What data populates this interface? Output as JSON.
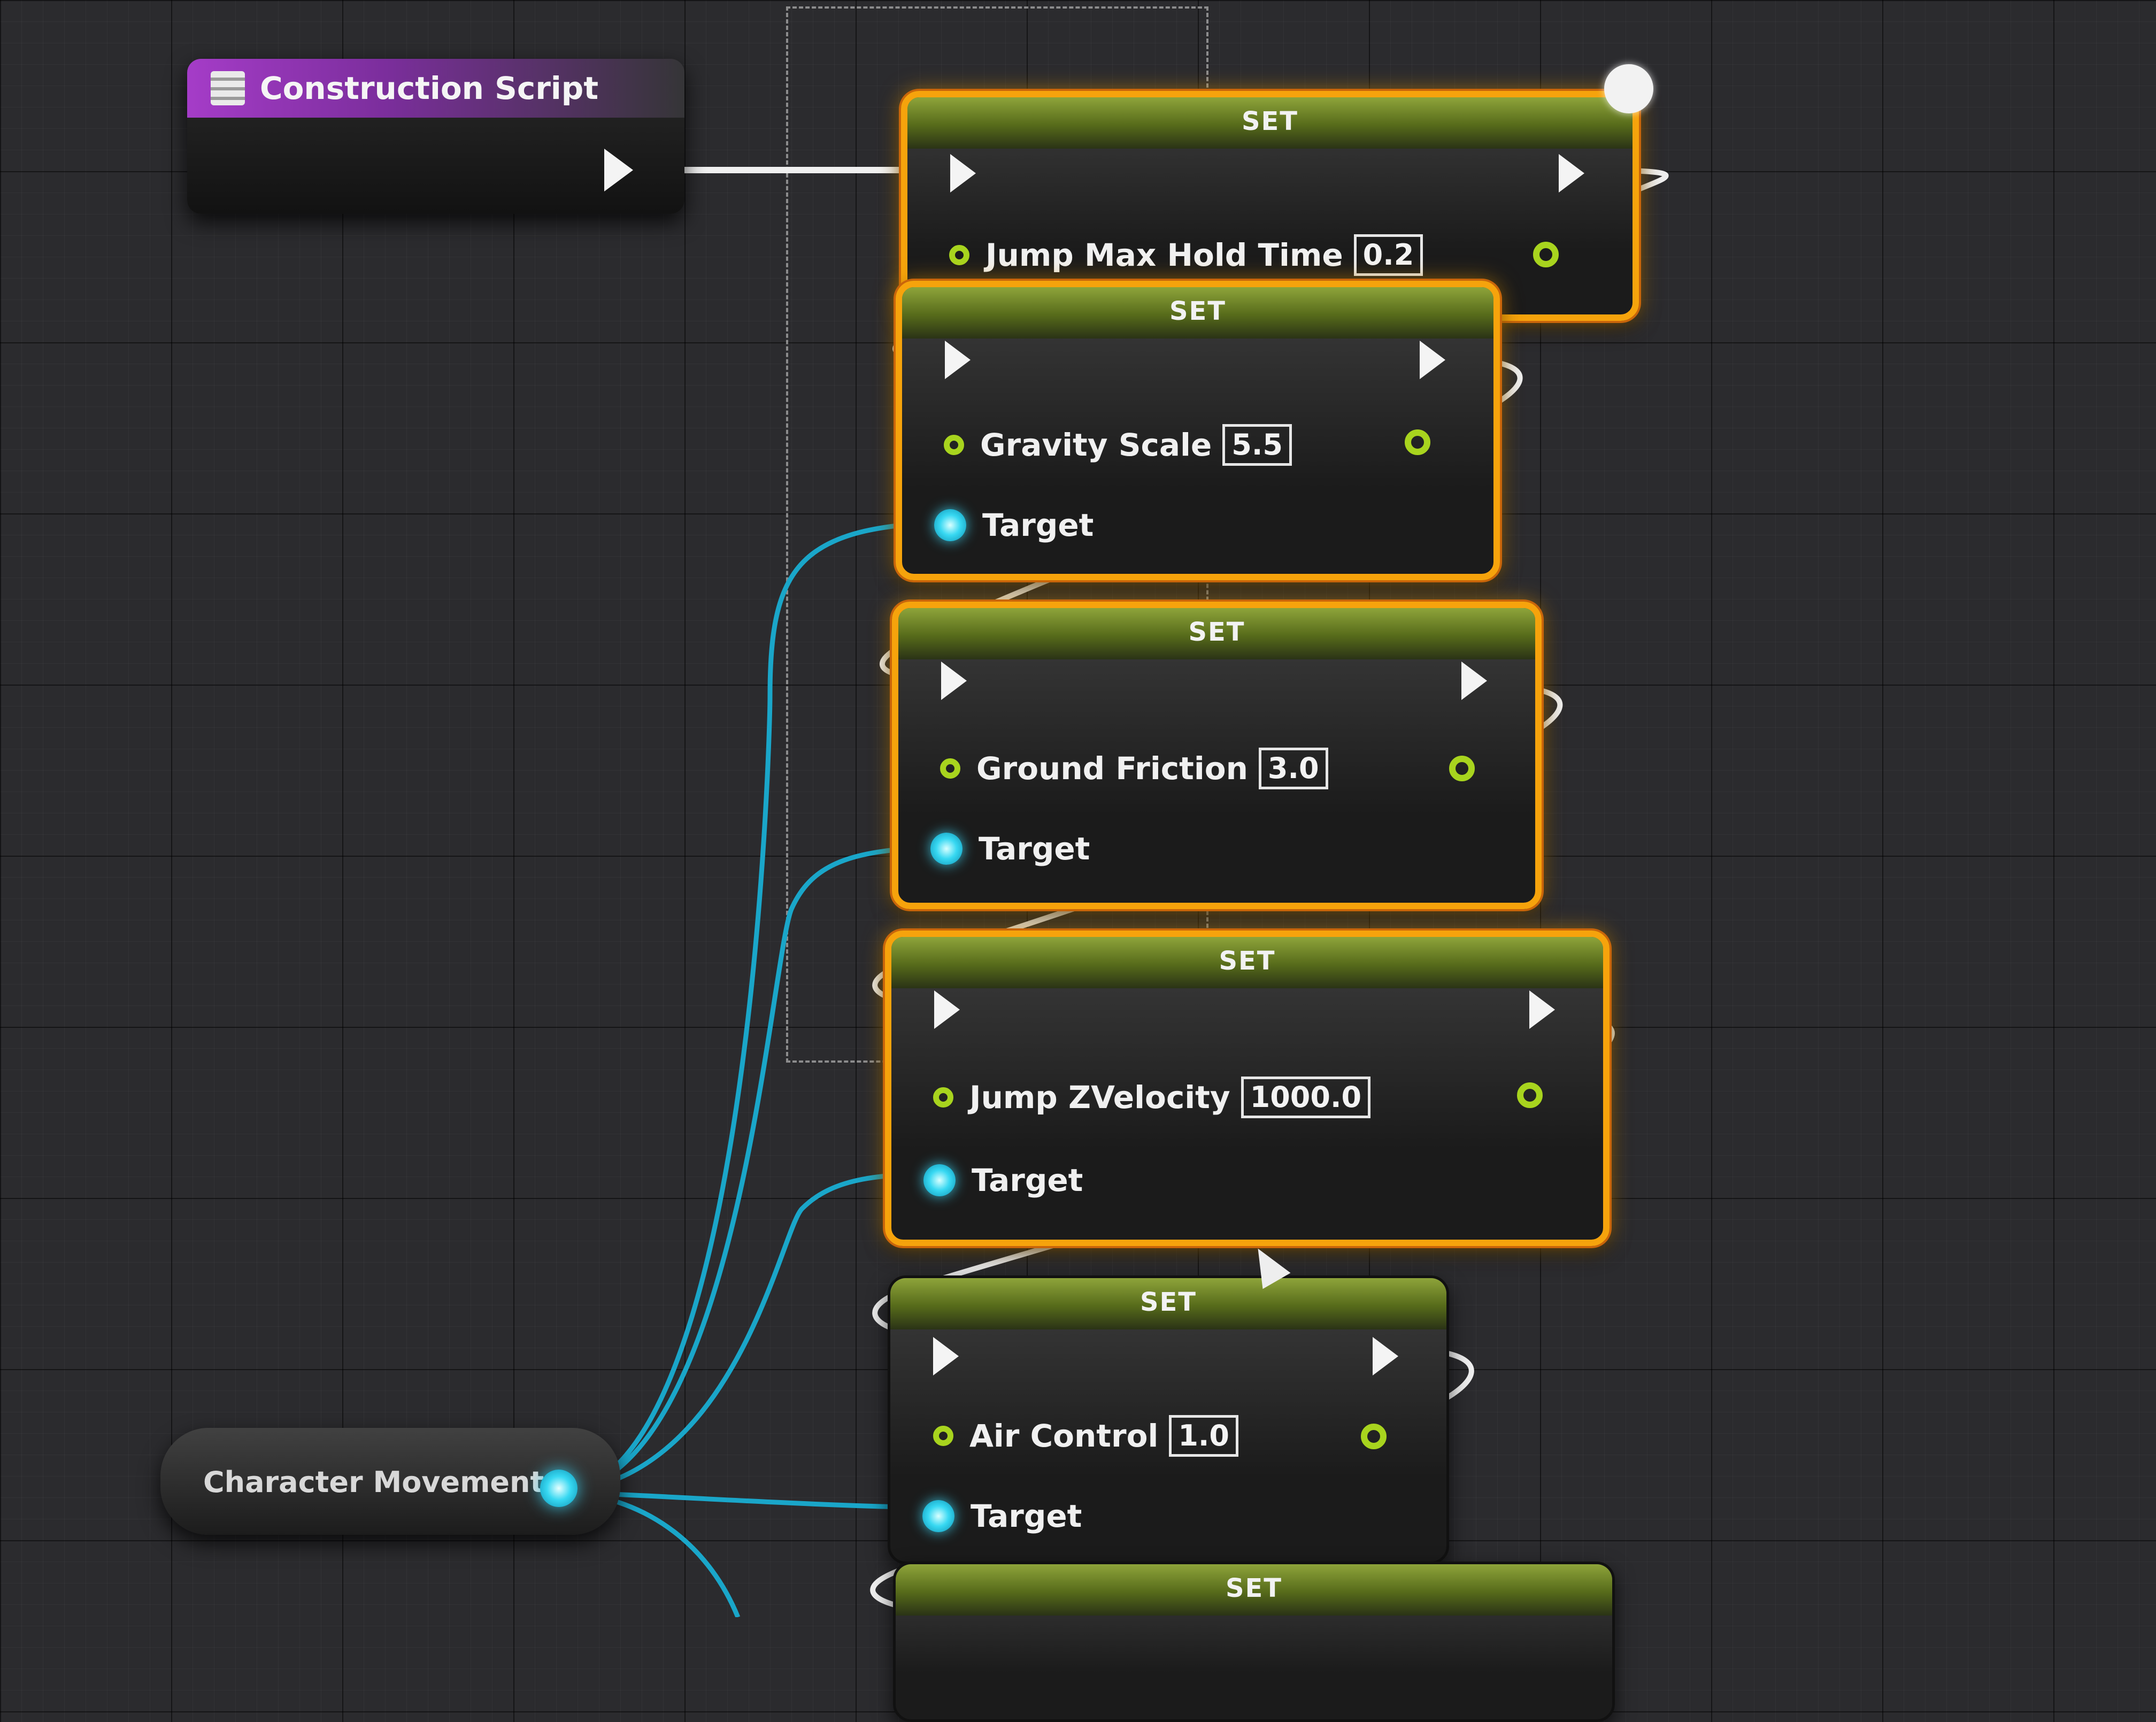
{
  "construction_script": {
    "title": "Construction Script"
  },
  "character_movement": {
    "label": "Character Movement"
  },
  "set_nodes": [
    {
      "title": "SET",
      "variable": "Jump Max Hold Time",
      "value": "0.2",
      "selected": true,
      "has_target": false
    },
    {
      "title": "SET",
      "variable": "Gravity Scale",
      "value": "5.5",
      "selected": true,
      "has_target": true,
      "target_label": "Target"
    },
    {
      "title": "SET",
      "variable": "Ground Friction",
      "value": "3.0",
      "selected": true,
      "has_target": true,
      "target_label": "Target"
    },
    {
      "title": "SET",
      "variable": "Jump ZVelocity",
      "value": "1000.0",
      "selected": true,
      "has_target": true,
      "target_label": "Target"
    },
    {
      "title": "SET",
      "variable": "Air Control",
      "value": "1.0",
      "selected": false,
      "has_target": true,
      "target_label": "Target"
    },
    {
      "title": "SET",
      "selected": false
    }
  ],
  "colors": {
    "node_header": "#6f8a24",
    "selection_outline": "#f6a30c",
    "exec_pin": "#f4f4f4",
    "float_pin": "#a8d41e",
    "object_pin": "#37d8f2",
    "construction_header": "#a53cc8",
    "graph_background": "#2b2b2e"
  },
  "icons": {
    "construction_script": "function-icon",
    "exec_pin": "exec-arrow-icon",
    "float_pin": "float-pin-icon",
    "object_pin": "object-reference-pin-icon"
  }
}
